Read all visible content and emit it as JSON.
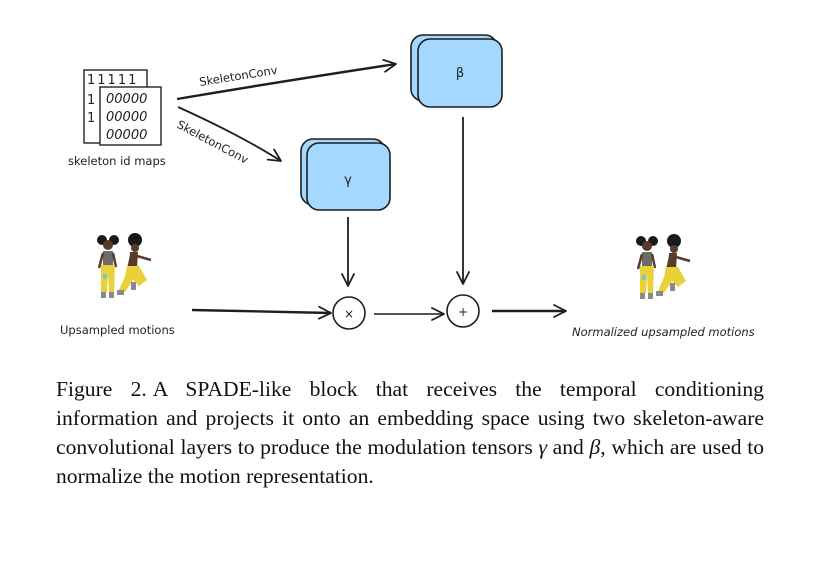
{
  "diagram": {
    "id_maps": {
      "back_row": "11111",
      "side_column": [
        "1",
        "1"
      ],
      "front_rows": [
        "00000",
        "00000",
        "00000"
      ],
      "label": "skeleton id maps"
    },
    "edges": {
      "to_beta_label": "SkeletonConv",
      "to_gamma_label": "SkeletonConv"
    },
    "boxes": {
      "beta": {
        "symbol": "β",
        "fill": "#a5d8ff",
        "stroke": "#1e1e1e"
      },
      "gamma": {
        "symbol": "γ",
        "fill": "#a5d8ff",
        "stroke": "#1e1e1e"
      }
    },
    "operators": {
      "multiply": "×",
      "add": "+"
    },
    "input_label": "Upsampled motions",
    "output_label": "Normalized upsampled motions",
    "character_colors": {
      "skin": "#5a3a2a",
      "hair": "#1a1a1a",
      "top": "#6b6b6b",
      "pants": "#e8d13a",
      "accent": "#7fc4c8",
      "shoes": "#8a8a8a"
    }
  },
  "caption": {
    "label": "Figure 2.",
    "text_before_gamma": "A SPADE-like block that receives the temporal conditioning information and projects it onto an embedding space using two skeleton-aware convolutional layers to produce the modulation tensors ",
    "gamma": "γ",
    "and": " and ",
    "beta": "β",
    "text_after_beta": ", which are used to normalize the motion representation."
  }
}
